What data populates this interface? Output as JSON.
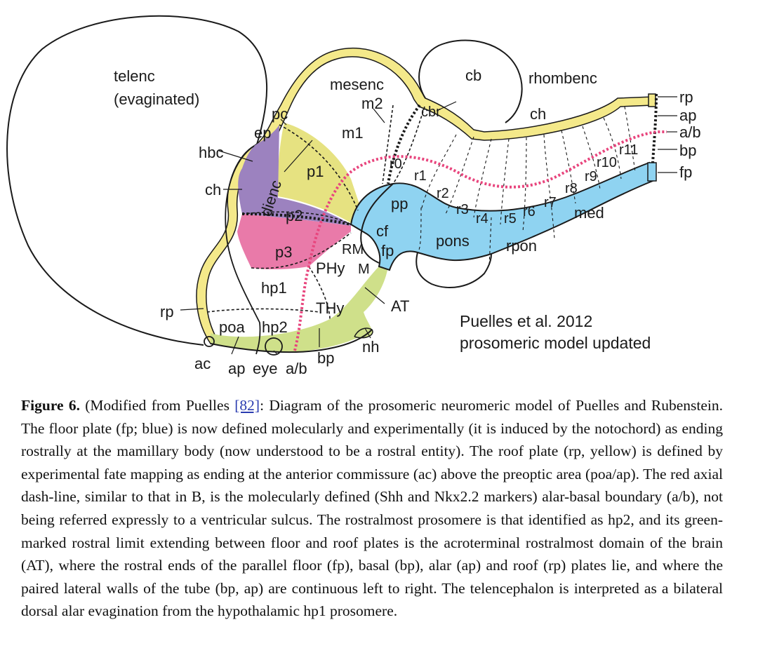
{
  "colors": {
    "roof_plate": "#f4e98a",
    "floor_plate": "#8fd3f1",
    "p1": "#e6e281",
    "p2": "#9c82bf",
    "p3": "#e97aa9",
    "acroterminal": "#cfe08a",
    "alar_basal_line": "#e8457d",
    "outline": "#1a1a1a"
  },
  "diagram": {
    "labels": {
      "telenc_1": "telenc",
      "telenc_2": "(evaginated)",
      "mesenc": "mesenc",
      "cb": "cb",
      "rhombenc": "rhombenc",
      "m2": "m2",
      "m1": "m1",
      "cbr": "cbr",
      "ch_top": "ch",
      "pc": "pc",
      "ep": "ep",
      "hbc": "hbc",
      "ch_left": "ch",
      "dienc": "dienc",
      "p1": "p1",
      "p2": "p2",
      "p3": "p3",
      "r0": "r0",
      "r1": "r1",
      "r2": "r2",
      "r3": "r3",
      "r4": "r4",
      "r5": "r5",
      "r6": "r6",
      "r7": "r7",
      "r8": "r8",
      "r9": "r9",
      "r10": "r10",
      "r11": "r11",
      "pp": "pp",
      "cf": "cf",
      "fp_mid": "fp",
      "rm": "RM",
      "m": "M",
      "phy": "PHy",
      "pons": "pons",
      "rpon": "rpon",
      "med": "med",
      "hp1": "hp1",
      "thy": "THy",
      "at": "AT",
      "rp_left": "rp",
      "poa": "poa",
      "hp2": "hp2",
      "nh": "nh",
      "ac": "ac",
      "ap_bottom": "ap",
      "eye": "eye",
      "ab_bottom": "a/b",
      "bp_bottom": "bp",
      "right_rp": "rp",
      "right_ap": "ap",
      "right_ab": "a/b",
      "right_bp": "bp",
      "right_fp": "fp"
    },
    "credit_line1": "Puelles et al. 2012",
    "credit_line2": "prosomeric model updated"
  },
  "caption": {
    "figure_label": "Figure 6.",
    "text_before_ref": " (Modified from Puelles ",
    "ref": "[82]",
    "text_after_ref": ": Diagram of the prosomeric neuromeric model of Puelles and Rubenstein. The floor plate (fp; blue) is now defined molecularly and experimentally (it is induced by the notochord) as ending rostrally at the mamillary body (now understood to be a rostral entity). The roof plate (rp, yellow) is defined by experimental fate mapping as ending at the anterior commissure (ac) above the preoptic area (poa/ap). The red axial dash-line, similar to that in B, is the molecularly defined (Shh and Nkx2.2 markers) alar-basal boundary (a/b), not being referred expressly to a ventricular sulcus. The rostralmost prosomere is that identified as hp2, and its green-marked rostral limit extending between floor and roof plates is the acroterminal rostralmost domain of the brain (AT), where the rostral ends of the parallel floor (fp), basal (bp), alar (ap) and roof (rp) plates lie, and where the paired lateral walls of the tube (bp, ap) are continuous left to right. The telencephalon is interpreted as a bilateral dorsal alar evagination from the hypothalamic hp1 prosomere."
  }
}
